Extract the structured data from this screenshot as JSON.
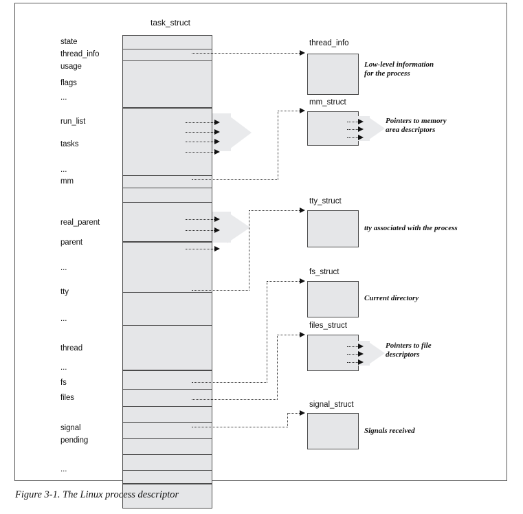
{
  "figure": {
    "caption": "Figure 3-1. The Linux process descriptor",
    "main_struct_title": "task_struct"
  },
  "diagram": {
    "type": "block-diagram",
    "central_structure": {
      "name": "task_struct",
      "fields": [
        {
          "label": "state",
          "has_pointer": false
        },
        {
          "label": "thread_info",
          "has_pointer": true,
          "target": "thread_info"
        },
        {
          "label": "usage",
          "has_pointer": false
        },
        {
          "label": "flags",
          "has_pointer": false
        },
        {
          "label": "...",
          "has_pointer": false
        },
        {
          "label": "run_list",
          "has_pointer": true,
          "target": "list-arrows"
        },
        {
          "label": "tasks",
          "has_pointer": true,
          "target": "list-arrows"
        },
        {
          "label": "...",
          "has_pointer": false
        },
        {
          "label": "mm",
          "has_pointer": true,
          "target": "mm_struct"
        },
        {
          "label": "real_parent",
          "has_pointer": true,
          "target": "list-arrows"
        },
        {
          "label": "parent",
          "has_pointer": true,
          "target": "list-arrows"
        },
        {
          "label": "...",
          "has_pointer": false
        },
        {
          "label": "tty",
          "has_pointer": true,
          "target": "tty_struct"
        },
        {
          "label": "...",
          "has_pointer": false
        },
        {
          "label": "thread",
          "has_pointer": false
        },
        {
          "label": "...",
          "has_pointer": false
        },
        {
          "label": "fs",
          "has_pointer": true,
          "target": "fs_struct"
        },
        {
          "label": "files",
          "has_pointer": true,
          "target": "files_struct"
        },
        {
          "label": "signal",
          "has_pointer": true,
          "target": "signal_struct"
        },
        {
          "label": "pending",
          "has_pointer": false
        },
        {
          "label": "...",
          "has_pointer": false
        }
      ]
    },
    "linked_structures": [
      {
        "name": "thread_info",
        "note": "Low-level information\nfor the process",
        "has_out_arrows": false
      },
      {
        "name": "mm_struct",
        "note": "Pointers to memory\narea descriptors",
        "has_out_arrows": true
      },
      {
        "name": "tty_struct",
        "note": "tty associated with the process",
        "has_out_arrows": false
      },
      {
        "name": "fs_struct",
        "note": "Current directory",
        "has_out_arrows": false
      },
      {
        "name": "files_struct",
        "note": "Pointers to file\ndescriptors",
        "has_out_arrows": true
      },
      {
        "name": "signal_struct",
        "note": "Signals received",
        "has_out_arrows": false
      }
    ],
    "colors": {
      "box_fill": "#e5e6e8",
      "box_stroke": "#4a4a4a",
      "block_arrow_fill": "#e9eaec",
      "connector": "#2a2a2a",
      "frame": "#555555",
      "text": "#111111"
    }
  }
}
